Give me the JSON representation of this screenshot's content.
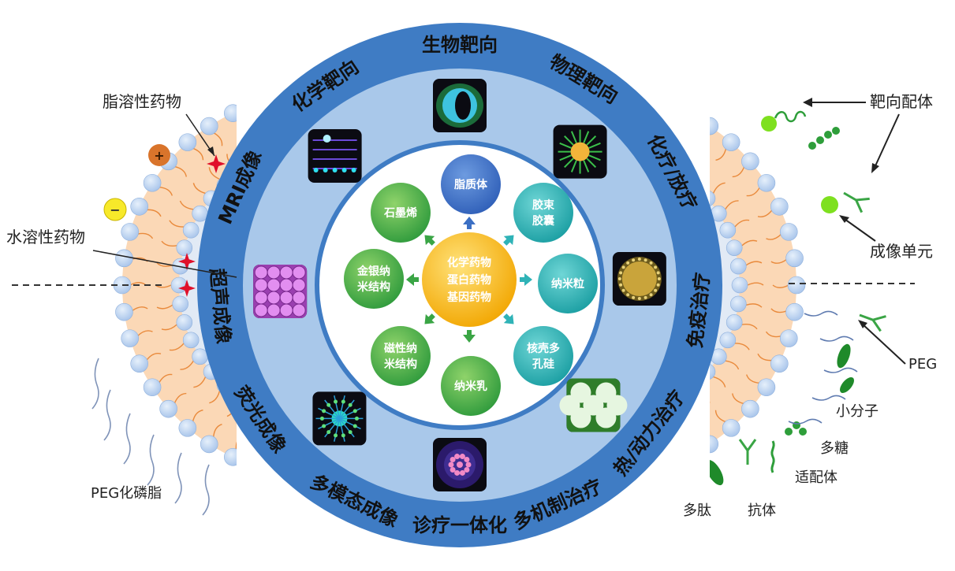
{
  "center": {
    "lines": [
      "化学药物",
      "蛋白药物",
      "基因药物"
    ]
  },
  "carriers": [
    {
      "id": "liposome",
      "lines": [
        "脂质体"
      ]
    },
    {
      "id": "micelle",
      "lines": [
        "胶束",
        "胶囊"
      ]
    },
    {
      "id": "nanoparticle",
      "lines": [
        "纳米粒"
      ]
    },
    {
      "id": "mesoporous-silica",
      "lines": [
        "核壳多",
        "孔硅"
      ]
    },
    {
      "id": "nanoemulsion",
      "lines": [
        "纳米乳"
      ]
    },
    {
      "id": "magnetic",
      "lines": [
        "磁性纳",
        "米结构"
      ]
    },
    {
      "id": "gold-silver",
      "lines": [
        "金银纳",
        "米结构"
      ]
    },
    {
      "id": "graphene",
      "lines": [
        "石墨烯"
      ]
    }
  ],
  "applications": [
    {
      "id": "bio-targeting",
      "label": "生物靶向"
    },
    {
      "id": "physical-targeting",
      "label": "物理靶向"
    },
    {
      "id": "chemo-radio",
      "label": "化疗/放疗"
    },
    {
      "id": "immunotherapy",
      "label": "免疫治疗"
    },
    {
      "id": "thermal-dynamic",
      "label": "热/动力治疗"
    },
    {
      "id": "multi-mechanism",
      "label": "多机制治疗"
    },
    {
      "id": "theranostics",
      "label": "诊疗一体化"
    },
    {
      "id": "multimodal-imaging",
      "label": "多模态成像"
    },
    {
      "id": "fluorescence-imaging",
      "label": "荧光成像"
    },
    {
      "id": "ultrasound-imaging",
      "label": "超声成像"
    },
    {
      "id": "mri-imaging",
      "label": "MRI成像"
    },
    {
      "id": "chem-targeting",
      "label": "化学靶向"
    }
  ],
  "left_labels": {
    "lipophilic": "脂溶性药物",
    "hydrophilic": "水溶性药物",
    "peg_lipid": "PEG化磷脂"
  },
  "right_labels": {
    "ligand": "靶向配体",
    "imaging": "成像单元",
    "peg": "PEG",
    "small_molecule": "小分子",
    "polysaccharide": "多糖",
    "aptamer": "适配体",
    "antibody": "抗体",
    "peptide": "多肽"
  },
  "charges": {
    "positive": "+",
    "negative": "−"
  },
  "colors": {
    "outer_ring": "#3f7cc4",
    "mid_ring": "#a9c8ea",
    "inner_disc": "#ffffff",
    "center_orb": "#f6b400",
    "liposome_orb": "#3b6fc4",
    "teal_orb": "#2fb3b7",
    "green_orb": "#3aa545",
    "head_blue": "#b7cfee",
    "tail_orange": "#f0a060",
    "core_peach": "#fbd8b6",
    "ligand_green": "#2e9e3a",
    "highlight_green": "#7ee01f"
  }
}
